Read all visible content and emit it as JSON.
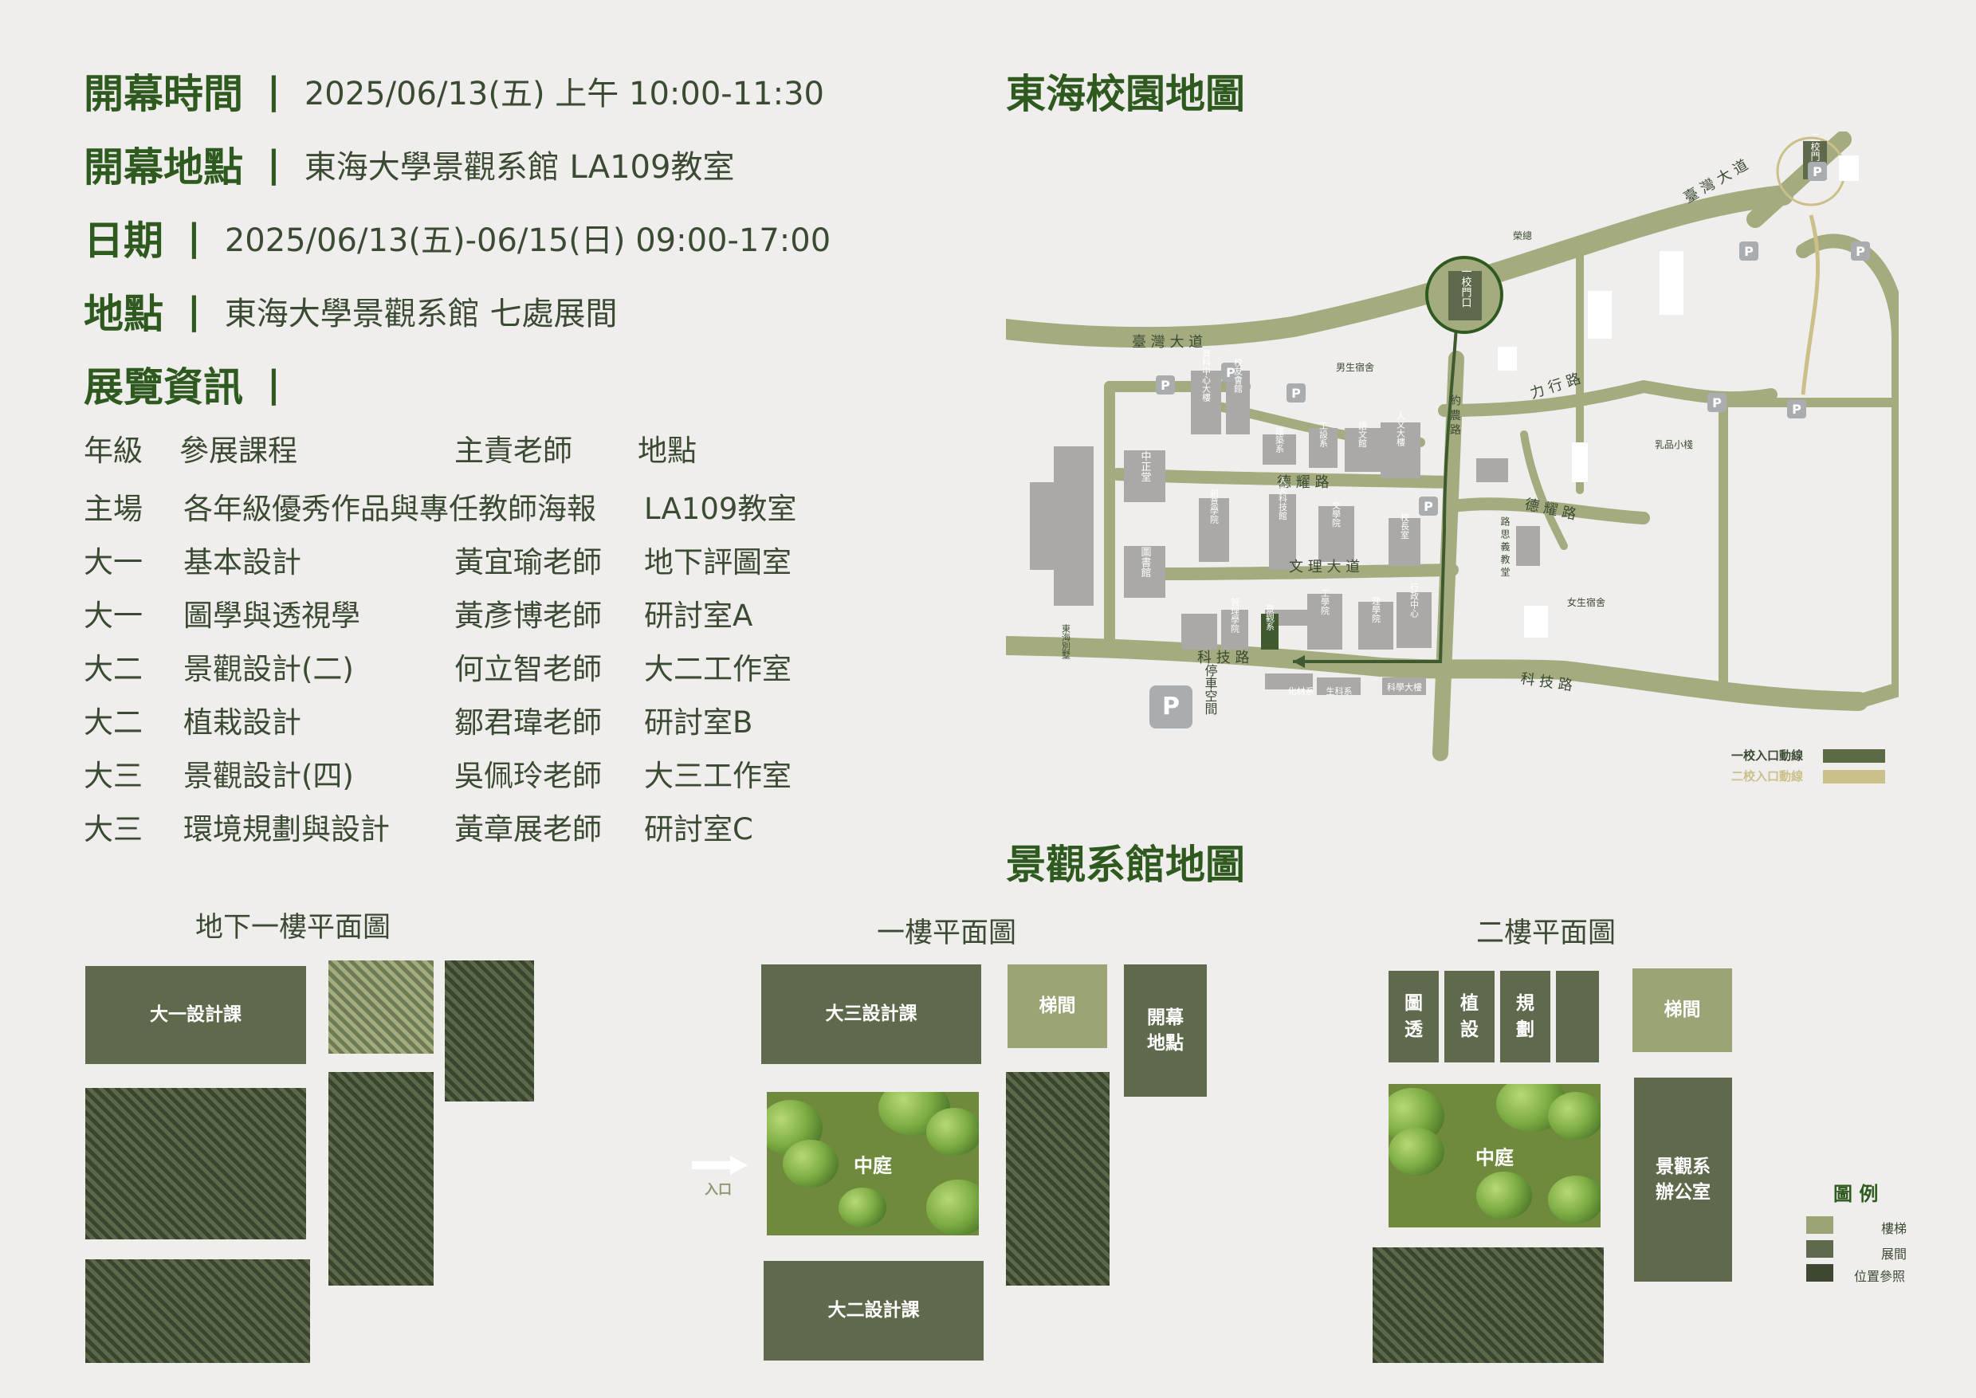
{
  "info": [
    {
      "label": "開幕時間",
      "sep": "|",
      "value": "2025/06/13(五)  上午 10:00-11:30"
    },
    {
      "label": "開幕地點",
      "sep": "|",
      "value": "東海大學景觀系館  LA109教室"
    },
    {
      "label": "日期",
      "sep": "|",
      "value": "2025/06/13(五)-06/15(日)  09:00-17:00"
    },
    {
      "label": "地點",
      "sep": "|",
      "value": "東海大學景觀系館  七處展間"
    },
    {
      "label": "展覽資訊",
      "sep": "|",
      "value": ""
    }
  ],
  "table": {
    "headers": [
      "年級",
      "參展課程",
      "主責老師",
      "地點"
    ],
    "rows": [
      [
        "主場",
        "各年級優秀作品與專任教師海報",
        "",
        "LA109教室"
      ],
      [
        "大一",
        "基本設計",
        "黃宜瑜老師",
        "地下評圖室"
      ],
      [
        "大一",
        "圖學與透視學",
        "黃彥博老師",
        "研討室A"
      ],
      [
        "大二",
        "景觀設計(二)",
        "何立智老師",
        "大二工作室"
      ],
      [
        "大二",
        "植栽設計",
        "鄒君瑋老師",
        "研討室B"
      ],
      [
        "大三",
        "景觀設計(四)",
        "吳佩玲老師",
        "大三工作室"
      ],
      [
        "大三",
        "環境規劃與設計",
        "黃章展老師",
        "研討室C"
      ]
    ]
  },
  "campus_map": {
    "title": "東海校園地圖",
    "roads": [
      "臺 灣 大 道",
      "臺 灣 大 道",
      "力 行 路",
      "文 理 大 道",
      "科 技 路",
      "科 技 路",
      "德 耀 路",
      "德 耀 路",
      "約 農 路",
      "路 思 義 教 堂"
    ],
    "gates": [
      "一校門口",
      "二校門口"
    ],
    "buildings": [
      "中正堂",
      "圖書館",
      "創意學院",
      "人文科技館",
      "文學院",
      "校長室",
      "工學院",
      "理學院",
      "管理學院",
      "行政中心",
      "景觀系",
      "建築系",
      "工設系",
      "語文館",
      "人文大樓",
      "資科中心大樓",
      "校友會館",
      "化材系",
      "生科系",
      "科學大樓",
      "男生宿舍",
      "女生宿舍",
      "乳品小棧",
      "榮總",
      "停車空間",
      "東海別墅"
    ],
    "parking_label": "P",
    "legend": [
      {
        "label": "一校入口動線",
        "color": "#5a6b45"
      },
      {
        "label": "二校入口動線",
        "color": "#cbbf8a"
      }
    ]
  },
  "dept_map": {
    "title": "景觀系館地圖"
  },
  "floors": {
    "b1": {
      "title": "地下一樓平面圖",
      "rooms": [
        "大一設計課"
      ]
    },
    "f1": {
      "title": "一樓平面圖",
      "rooms": [
        "大三設計課",
        "梯間",
        "開幕地點",
        "中庭",
        "大二設計課"
      ],
      "entrance": "入口"
    },
    "f2": {
      "title": "二樓平面圖",
      "rooms": [
        "圖透",
        "植設",
        "規劃",
        "梯間",
        "中庭",
        "景觀系辦公室"
      ]
    }
  },
  "floor_legend": {
    "title": "圖 例",
    "items": [
      {
        "label": "樓梯",
        "color": "#9aa475"
      },
      {
        "label": "展間",
        "color": "#5f6a4c"
      },
      {
        "label": "位置參照",
        "color": "#3d4731"
      }
    ]
  },
  "colors": {
    "primary": "#2f5a1f",
    "room": "#5f6a4c",
    "light": "#9aa475",
    "road": "#a3ab7f",
    "background": "#f0eeec"
  }
}
